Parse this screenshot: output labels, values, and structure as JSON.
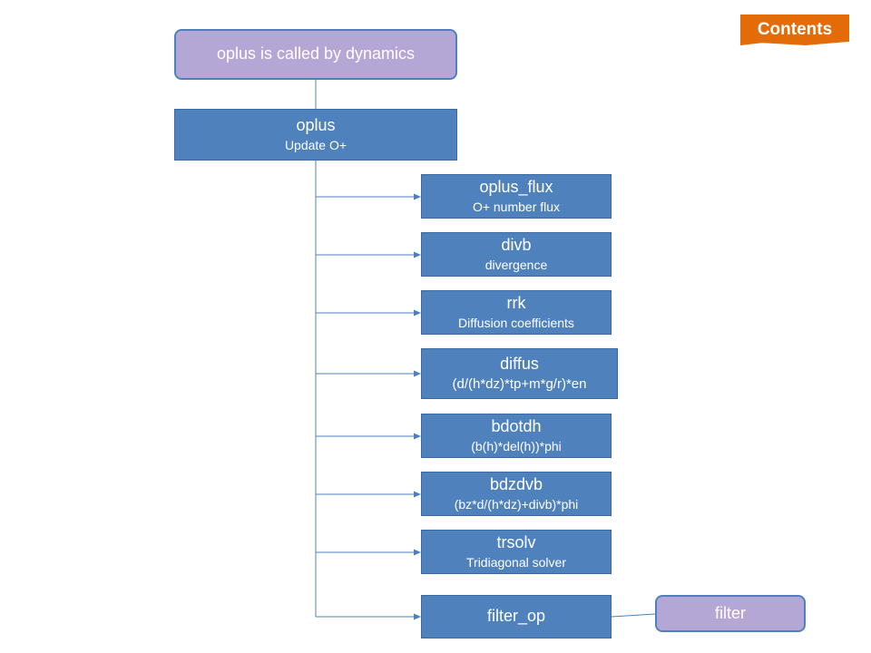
{
  "contents_button": "Contents",
  "caller": "oplus is called by dynamics",
  "main": {
    "title": "oplus",
    "sub": "Update O+"
  },
  "children": [
    {
      "title": "oplus_flux",
      "sub": "O+ number flux"
    },
    {
      "title": "divb",
      "sub": "divergence"
    },
    {
      "title": "rrk",
      "sub": "Diffusion coefficients"
    },
    {
      "title": "diffus",
      "sub": "(d/(h*dz)*tp+m*g/r)*en"
    },
    {
      "title": "bdotdh",
      "sub": "(b(h)*del(h))*phi"
    },
    {
      "title": "bdzdvb",
      "sub": "(bz*d/(h*dz)+divb)*phi"
    },
    {
      "title": "trsolv",
      "sub": "Tridiagonal solver"
    },
    {
      "title": "filter_op",
      "sub": ""
    }
  ],
  "filter": "filter",
  "colors": {
    "box_blue": "#4f81bd",
    "box_purple": "#b4a7d6",
    "contents_orange": "#e36c09",
    "line": "#4f81bd"
  }
}
